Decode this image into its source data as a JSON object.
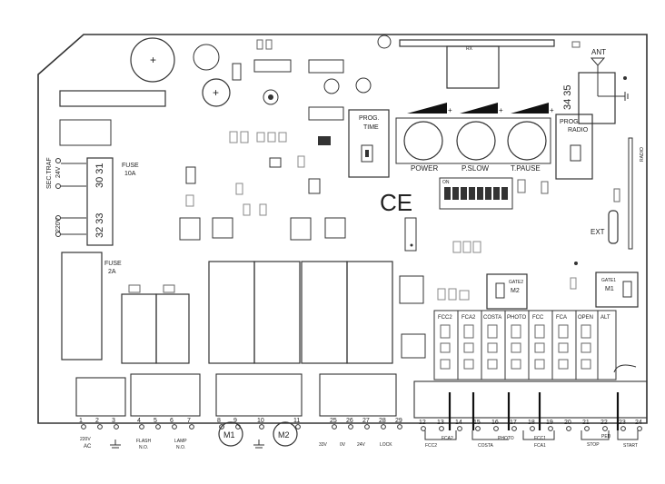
{
  "labels": {
    "rx": "RX",
    "ant": "ANT",
    "term_34_35": "34 35",
    "prog_time_1": "PROG.",
    "prog_time_2": "TIME",
    "prog_radio_1": "PROG.",
    "prog_radio_2": "RADIO",
    "power": "POWER",
    "p_slow": "P.SLOW",
    "t_pause": "T.PAUSE",
    "radio_side": "RADIO",
    "fuse_10a_1": "FUSE",
    "fuse_10a_2": "10A",
    "sec_traf": "SEC.TRAF",
    "v24": "24V",
    "v220_side": "220V",
    "term_30_31": "30 31",
    "term_32_33": "32 33",
    "fuse_2a_1": "FUSE",
    "fuse_2a_2": "2A",
    "ext": "EXT",
    "on": "ON",
    "ce": "CE",
    "gate2_1": "GATE2",
    "gate2_2": "M2",
    "gate1_1": "GATE1",
    "gate1_2": "M1",
    "fcc2": "FCC2",
    "fca2": "FCA2",
    "costa": "COSTA",
    "photo": "PHOTO",
    "fcc": "FCC",
    "fca": "FCA",
    "open": "OPEN",
    "alt": "ALT",
    "m1": "M1",
    "m2": "M2",
    "ac_220v": "220V",
    "ac": "AC",
    "flash_1": "FLASH",
    "flash_2": "N.O.",
    "lamp_1": "LAMP",
    "lamp_2": "N.O.",
    "v33": "33V",
    "v0": "0V",
    "v24_bottom": "24V",
    "lock": "LOCK",
    "bottom_fcc2": "FCC2",
    "bottom_costa": "COSTA",
    "bottom_fca2": "FCA2",
    "bottom_photo": "PHOTO",
    "bottom_fcc1": "FCC1",
    "bottom_fca1": "FCA1",
    "bottom_stop": "STOP",
    "bottom_ped": "PED",
    "bottom_start": "START"
  },
  "terminal_numbers": [
    "1",
    "2",
    "3",
    "4",
    "5",
    "6",
    "7",
    "8",
    "9",
    "10",
    "11",
    "25",
    "26",
    "27",
    "28",
    "29",
    "12",
    "13",
    "14",
    "15",
    "16",
    "17",
    "18",
    "19",
    "20",
    "21",
    "22",
    "23",
    "24"
  ]
}
